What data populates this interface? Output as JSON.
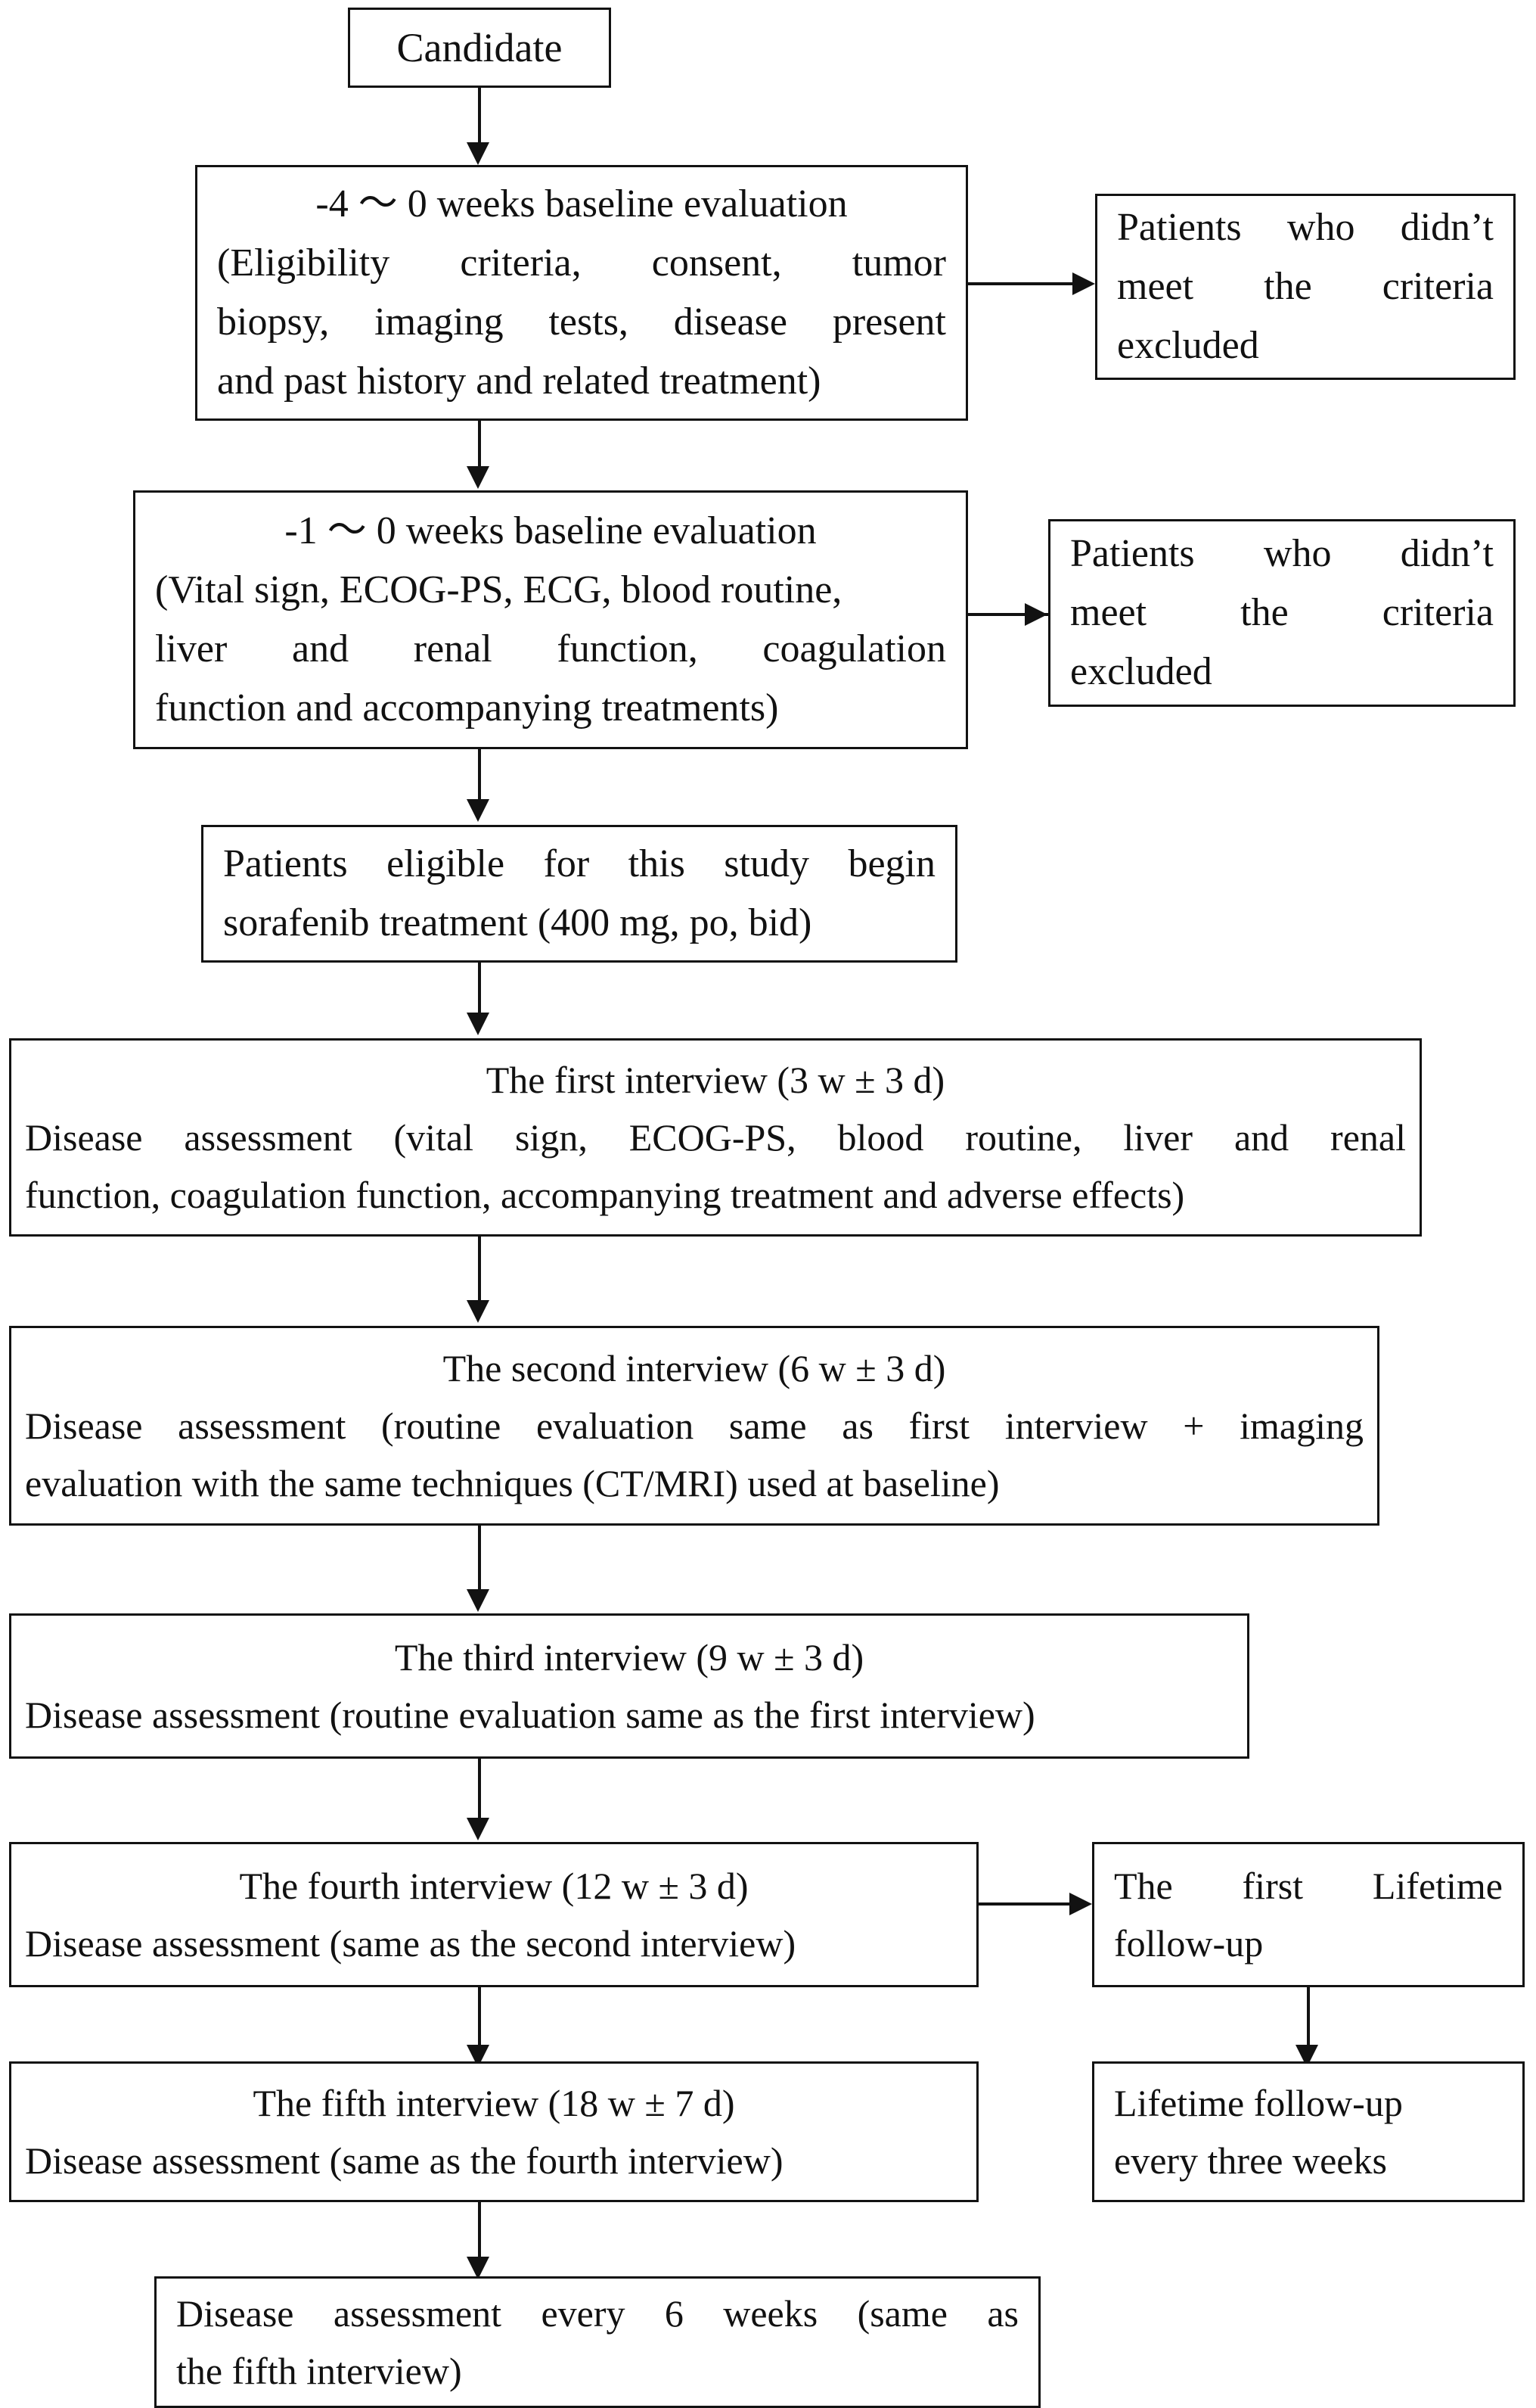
{
  "diagram": {
    "title": "Clinical study flow diagram",
    "line_color": "#121212",
    "background": "#ffffff"
  },
  "nodes": {
    "candidate": {
      "label": "Candidate"
    },
    "baseline_4w": {
      "line1": "-4 ～ 0 weeks baseline evaluation",
      "line2": "(Eligibility criteria, consent, tumor",
      "line3": "biopsy, imaging tests, disease present",
      "line4": "and past history and related treatment)"
    },
    "excluded_1": {
      "line1": "Patients who didn’t",
      "line2": "meet the criteria",
      "line3": "excluded"
    },
    "baseline_1w": {
      "line1": "-1 ～ 0 weeks baseline evaluation",
      "line2": "(Vital sign, ECOG-PS, ECG, blood routine,",
      "line3": "liver and renal function, coagulation",
      "line4": "function and accompanying treatments)"
    },
    "excluded_2": {
      "line1": "Patients who didn’t",
      "line2": "meet the criteria",
      "line3": "excluded"
    },
    "eligible_start": {
      "line1": "Patients eligible for this study begin",
      "line2": "sorafenib treatment (400 mg, po, bid)"
    },
    "interview_1": {
      "line1": "The first interview (3 w ± 3 d)",
      "line2": "Disease assessment (vital sign, ECOG-PS, blood routine, liver and renal",
      "line3": "function, coagulation function, accompanying treatment and adverse effects)"
    },
    "interview_2": {
      "line1": "The second interview (6 w ± 3 d)",
      "line2": "Disease assessment (routine evaluation same as first interview + imaging",
      "line3": "evaluation with the same techniques (CT/MRI) used at baseline)"
    },
    "interview_3": {
      "line1": "The third interview (9 w ± 3 d)",
      "line2": "Disease assessment (routine evaluation same as the first interview)"
    },
    "interview_4": {
      "line1": "The fourth interview (12 w ± 3 d)",
      "line2": "Disease assessment (same as the second interview)"
    },
    "followup_first": {
      "line1": "The first Lifetime",
      "line2": "follow-up"
    },
    "interview_5": {
      "line1": "The fifth interview (18 w ± 7 d)",
      "line2": "Disease assessment (same as the fourth interview)"
    },
    "followup_repeat": {
      "line1": "Lifetime follow-up",
      "line2": "every three weeks"
    },
    "assessment_every_6w": {
      "line1": "Disease assessment every 6 weeks (same as",
      "line2": "the fifth interview)"
    }
  }
}
